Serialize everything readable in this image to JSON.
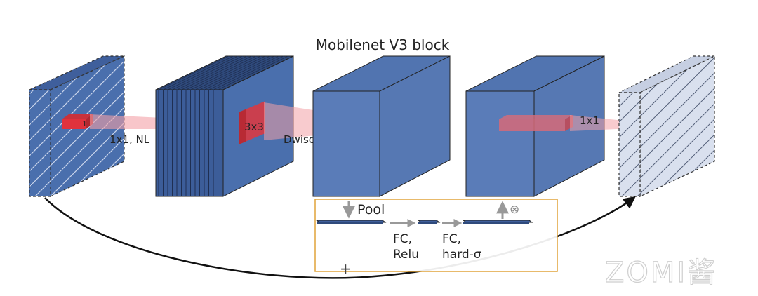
{
  "title": "Mobilenet V3 block",
  "labels": {
    "expand_kernel": "1",
    "expand_op": "1x1, NL",
    "dwise_kernel": "3x3",
    "dwise_op": "Dwise, NL",
    "project_kernel": "1x1"
  },
  "se_module": {
    "pool": "Pool",
    "fc1_line1": "FC,",
    "fc1_line2": "Relu",
    "fc2_line1": "FC,",
    "fc2_line2": "hard-σ",
    "multiply_symbol": "⊗",
    "add_symbol": "+"
  },
  "watermark": "ZOMI酱",
  "colors": {
    "block_front": "#4f72b0",
    "block_top": "#3f5f9c",
    "block_side": "#6a8fc8",
    "hatch_block": "#4a6fad",
    "hatch_light": "#d9e0ee",
    "highlight_red": "#e0323c",
    "se_border": "#e0a43a",
    "arrow_gray": "#999999"
  }
}
